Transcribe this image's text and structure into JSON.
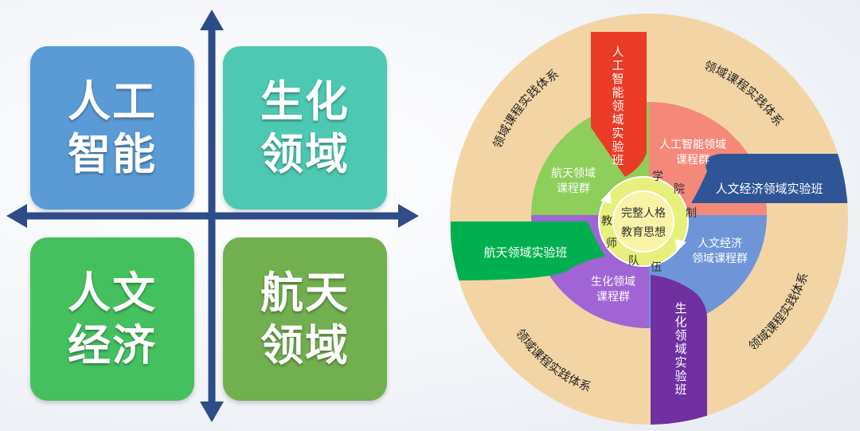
{
  "quadrants": {
    "top_left": "人工智能",
    "top_right": "生化领域",
    "bottom_left": "人文经济",
    "bottom_right": "航天领域"
  },
  "wheel": {
    "center_line1": "完整人格",
    "center_line2": "教育思想",
    "ring_chars": [
      "学",
      "院",
      "制",
      "伍",
      "队",
      "师",
      "教"
    ],
    "course_groups": {
      "ai": "人工智能领域\n课程群",
      "humanities": "人文经济\n领域课程群",
      "biochem": "生化领域\n课程群",
      "aerospace": "航天领域\n课程群"
    },
    "experimental_classes": {
      "ai": "人工智能领域实验班",
      "humanities": "人文经济领域实验班",
      "biochem": "生化领域实验班",
      "aerospace": "航天领域实验班"
    },
    "practice_system": "领域课程实践体系",
    "colors": {
      "outer_ring": "#f3d5a5",
      "ai_band": "#e93b26",
      "humanities_band": "#2f5597",
      "biochem_band": "#7030a0",
      "aerospace_band": "#00b050",
      "ai_group": "#f4897a",
      "humanities_group": "#6f95d8",
      "biochem_group": "#a064d4",
      "aerospace_group": "#8dcf5a",
      "center_ring": "#e6f07a",
      "center_disc": "#f9f3a7"
    }
  }
}
